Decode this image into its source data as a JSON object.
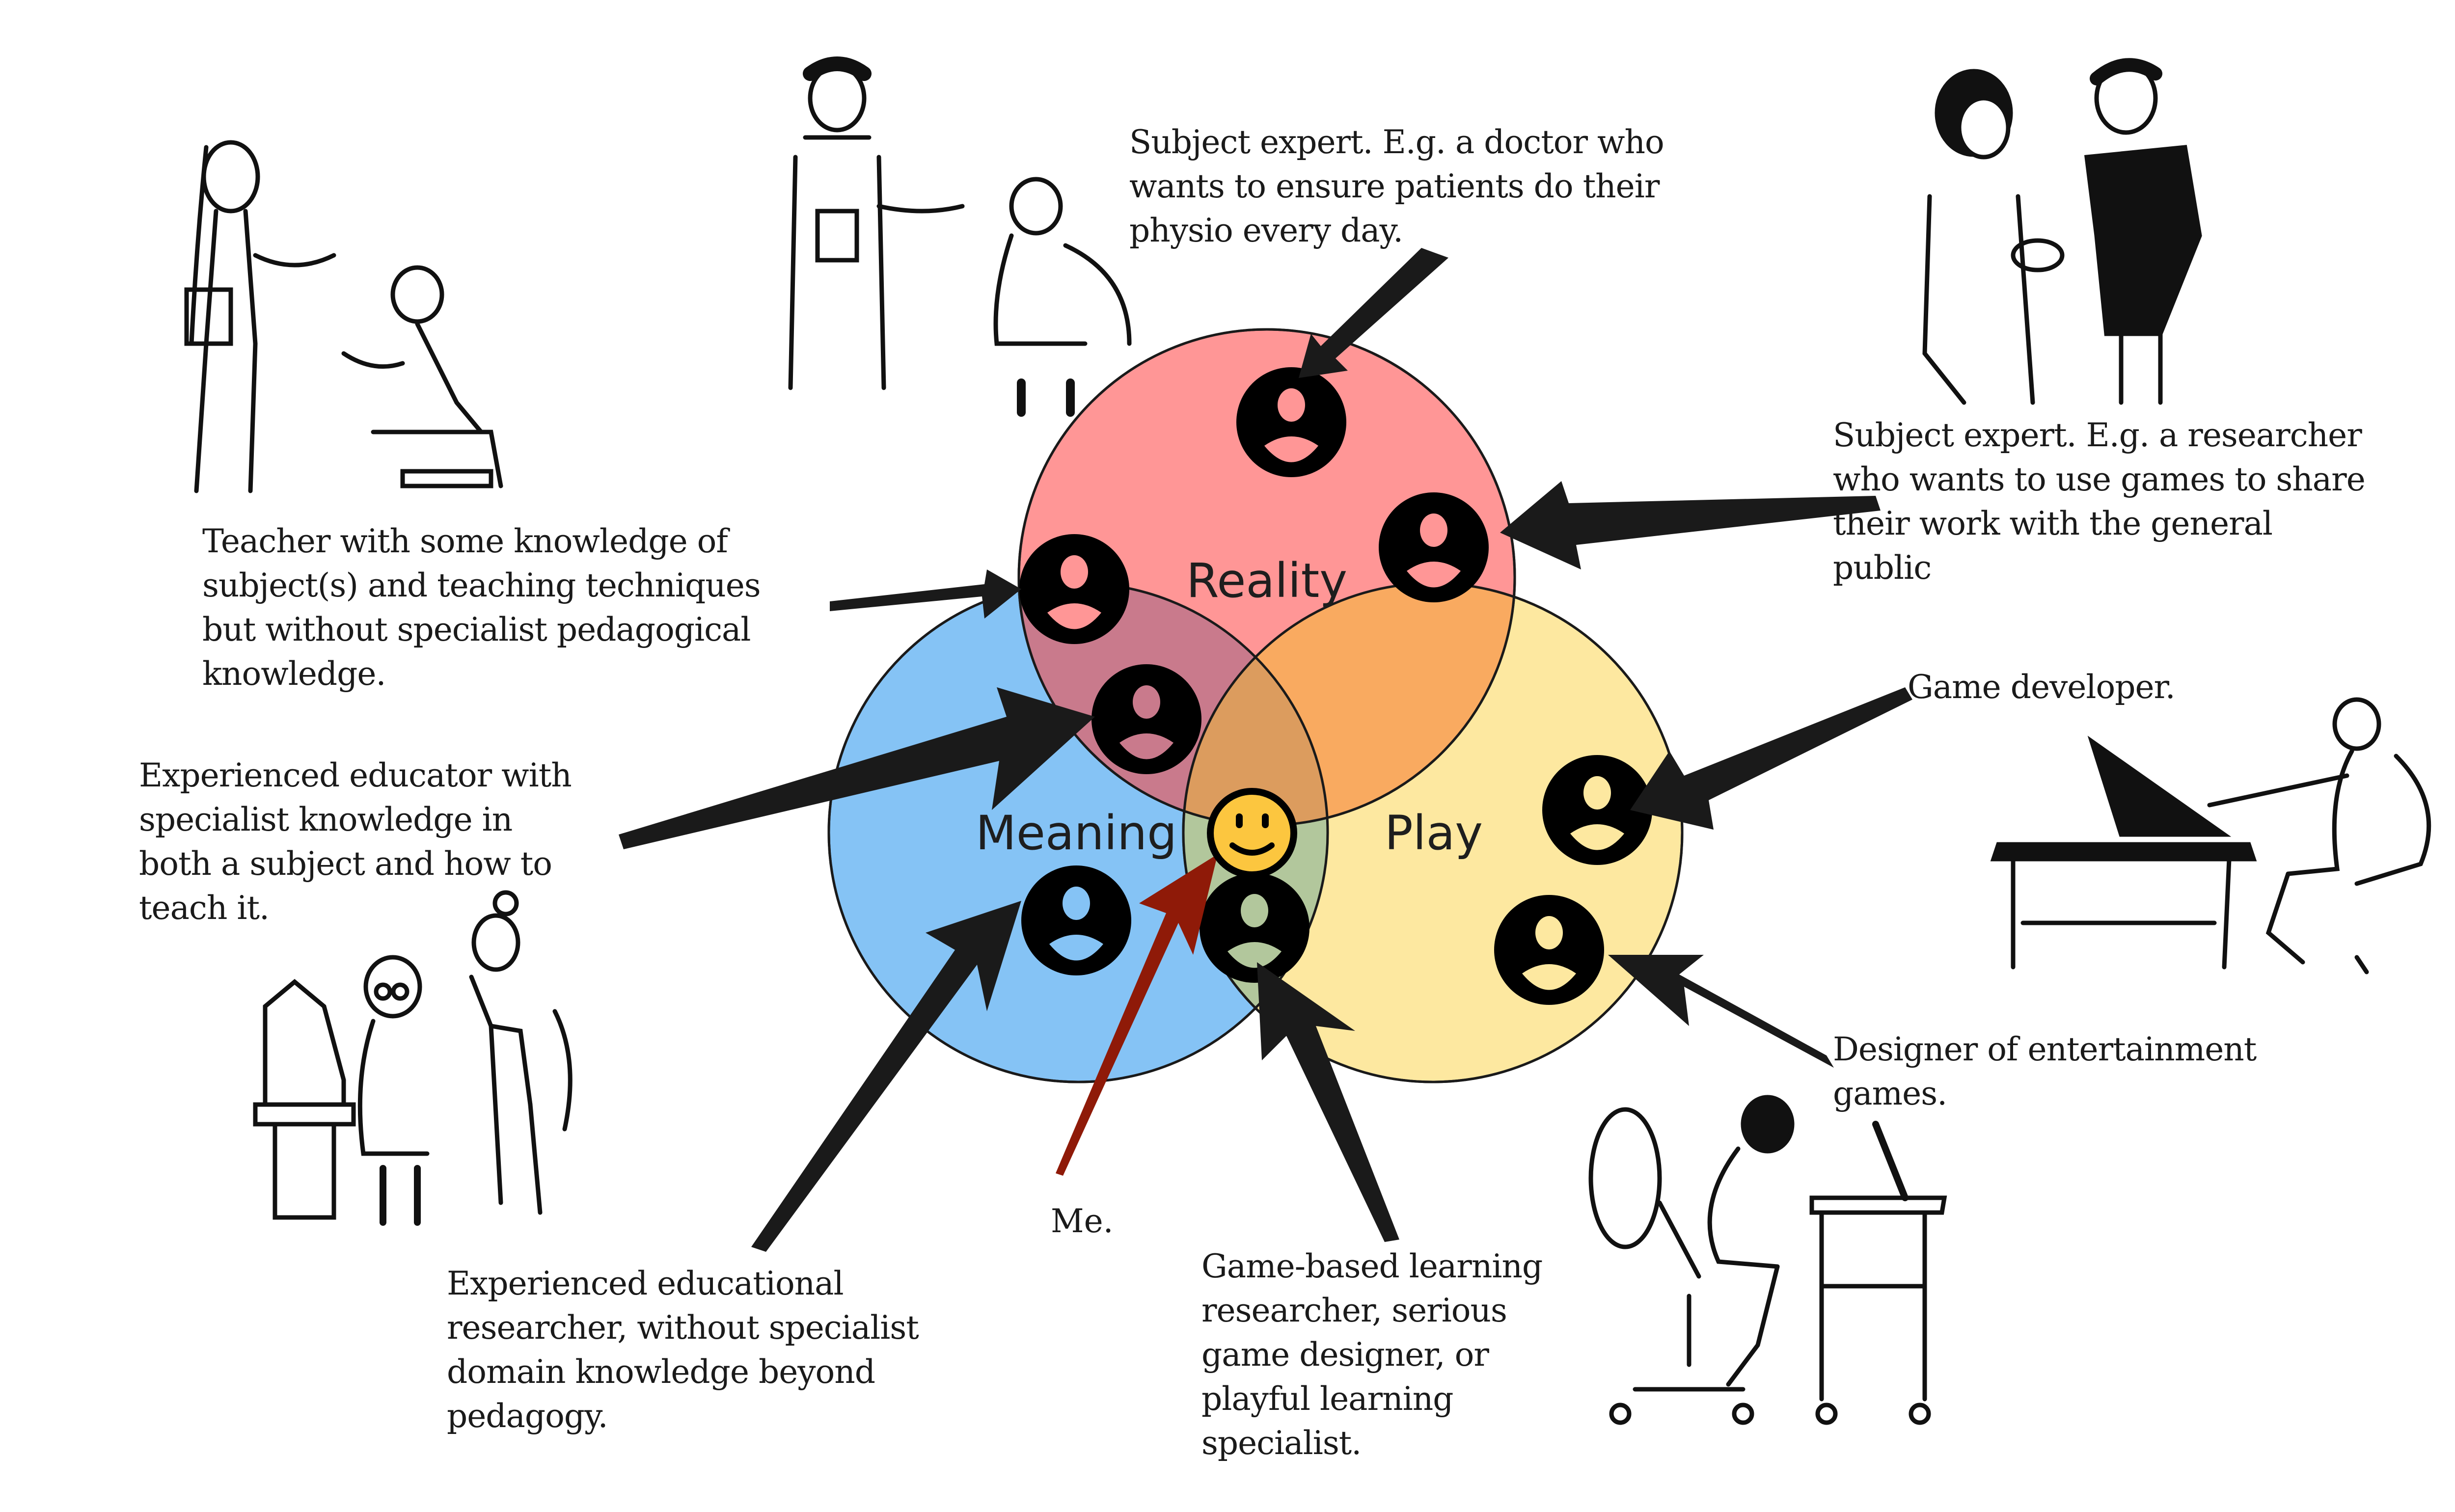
{
  "venn": {
    "sets": [
      {
        "id": "reality",
        "label": "Reality",
        "color": "#ff9696"
      },
      {
        "id": "meaning",
        "label": "Meaning",
        "color": "#85c3f5"
      },
      {
        "id": "play",
        "label": "Play",
        "color": "#fde8a0"
      }
    ],
    "overlap_colors": {
      "reality_meaning": "#c97a8c",
      "reality_play": "#f9aa60",
      "meaning_play": "#b2c79c",
      "all_three": "#dc9c5e"
    },
    "me_marker": {
      "label": "Me.",
      "icon": "smiley-face-icon",
      "face_color": "#fcc63f",
      "arrow_color": "#8f1a08"
    }
  },
  "roles": [
    {
      "id": "subject-expert-doctor",
      "region": "reality",
      "text": "Subject expert. E.g. a doctor who\nwants to ensure patients do their\nphysio every day."
    },
    {
      "id": "subject-expert-researcher",
      "region": "reality",
      "text": "Subject expert. E.g. a researcher\nwho wants to use games to share\ntheir work with the general\npublic"
    },
    {
      "id": "teacher",
      "region": "reality-meaning-edge",
      "text": "Teacher with some knowledge of\nsubject(s) and teaching techniques\nbut without specialist pedagogical\nknowledge."
    },
    {
      "id": "experienced-educator",
      "region": "reality-meaning",
      "text": "Experienced educator with\nspecialist knowledge in\nboth a subject and how to\nteach it."
    },
    {
      "id": "educational-researcher",
      "region": "meaning",
      "text": "Experienced educational\nresearcher, without specialist\ndomain knowledge beyond\npedagogy."
    },
    {
      "id": "game-based-learning-researcher",
      "region": "meaning-play",
      "text": "Game-based learning\nresearcher, serious\ngame designer, or\nplayful learning\nspecialist."
    },
    {
      "id": "game-developer",
      "region": "play",
      "text": "Game developer."
    },
    {
      "id": "entertainment-designer",
      "region": "play",
      "text": "Designer of entertainment\ngames."
    }
  ],
  "icons": {
    "person": "person-circle-icon",
    "me": "smiley-face-icon"
  }
}
